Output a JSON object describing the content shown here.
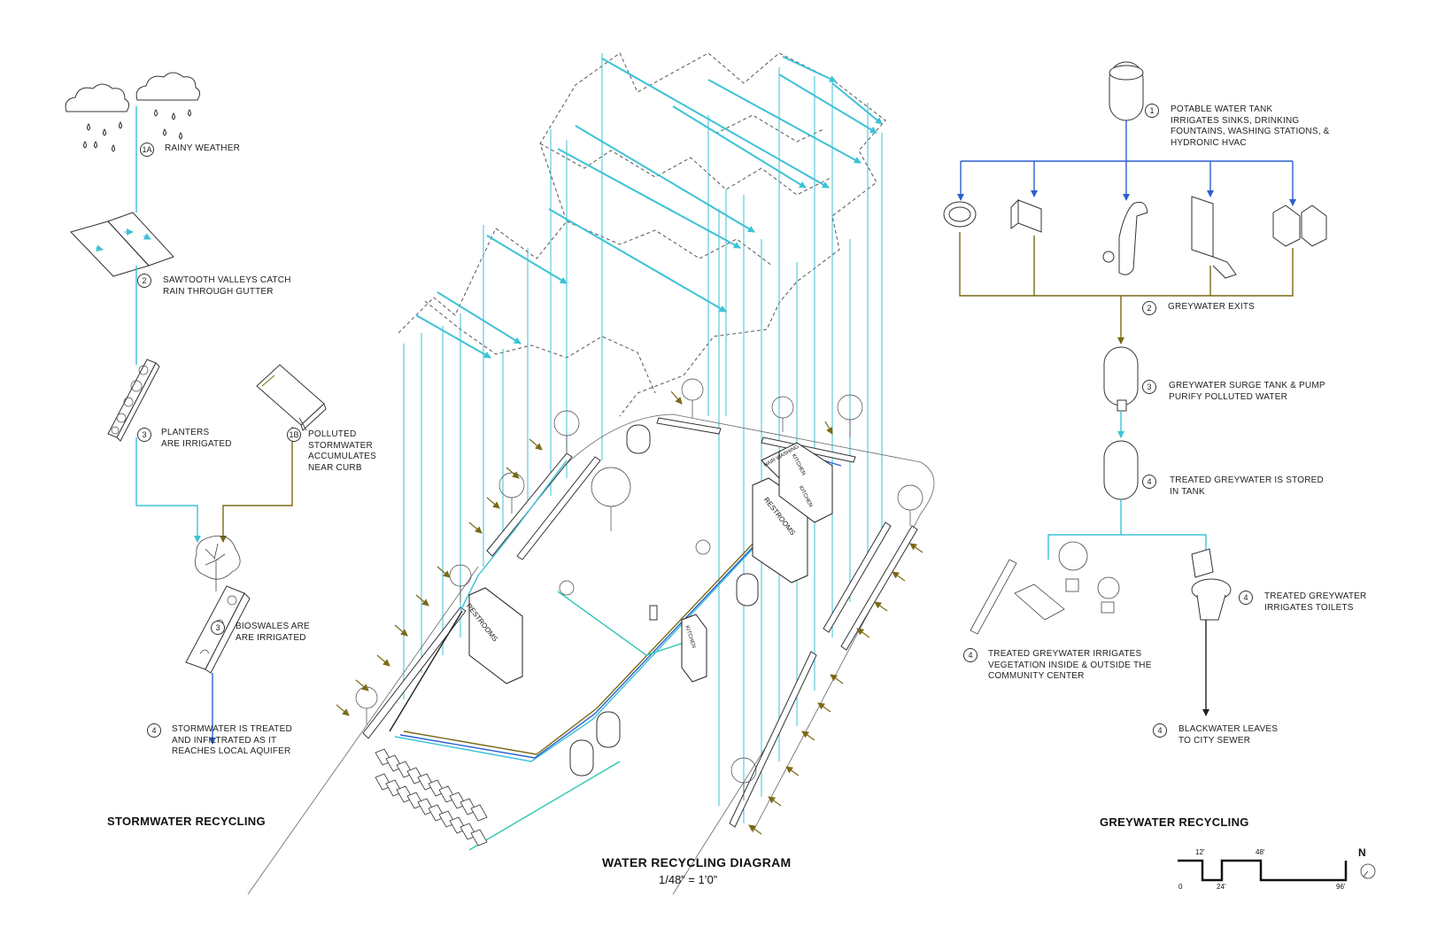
{
  "title": "WATER RECYCLING DIAGRAM",
  "scale": "1/48” = 1’0”",
  "stormwater": {
    "heading": "STORMWATER RECYCLING",
    "steps": [
      {
        "num": "1A",
        "text": "RAINY WEATHER"
      },
      {
        "num": "2",
        "text": "SAWTOOTH VALLEYS CATCH\nRAIN THROUGH GUTTER"
      },
      {
        "num": "3",
        "text": "PLANTERS\nARE IRRIGATED"
      },
      {
        "num": "1B",
        "text": "POLLUTED\nSTORMWATER\nACCUMULATES\nNEAR CURB"
      },
      {
        "num": "3",
        "text": "BIOSWALES ARE\nARE IRRIGATED"
      },
      {
        "num": "4",
        "text": "STORMWATER IS TREATED\nAND INFILTRATED AS IT\nREACHES LOCAL AQUIFER"
      }
    ]
  },
  "greywater": {
    "heading": "GREYWATER RECYCLING",
    "steps": [
      {
        "num": "1",
        "text": "POTABLE WATER TANK\nIRRIGATES SINKS, DRINKING\nFOUNTAINS, WASHING STATIONS, &\nHYDRONIC HVAC"
      },
      {
        "num": "2",
        "text": "GREYWATER EXITS"
      },
      {
        "num": "3",
        "text": "GREYWATER SURGE TANK & PUMP\nPURIFY POLLUTED WATER"
      },
      {
        "num": "4",
        "text": "TREATED GREYWATER IS STORED\nIN TANK"
      },
      {
        "num": "4",
        "text": "TREATED GREYWATER\nIRRIGATES TOILETS"
      },
      {
        "num": "4",
        "text": "TREATED GREYWATER IRRIGATES\nVEGETATION INSIDE & OUTSIDE THE\nCOMMUNITY CENTER"
      },
      {
        "num": "4",
        "text": "BLACKWATER LEAVES\nTO CITY SEWER"
      }
    ]
  },
  "building_labels": {
    "restrooms_left": "RESTROOMS",
    "restrooms_right": "RESTROOMS",
    "kitchen_center": "KITCHEN",
    "kitchen_top1": "KITCHEN",
    "kitchen_top2": "KITCHEN",
    "hair_washing": "HAIR WASHING"
  },
  "scale_bar": {
    "ticks_top": [
      "12'",
      "48'"
    ],
    "ticks_bottom": [
      "0",
      "24'",
      "96'"
    ],
    "north": "N"
  },
  "colors": {
    "cyan": "#3cc2d6",
    "blue": "#2c5fd1",
    "olive": "#7a6a14",
    "teal": "#2fc7b2",
    "line": "#222222",
    "dash": "#666666"
  }
}
